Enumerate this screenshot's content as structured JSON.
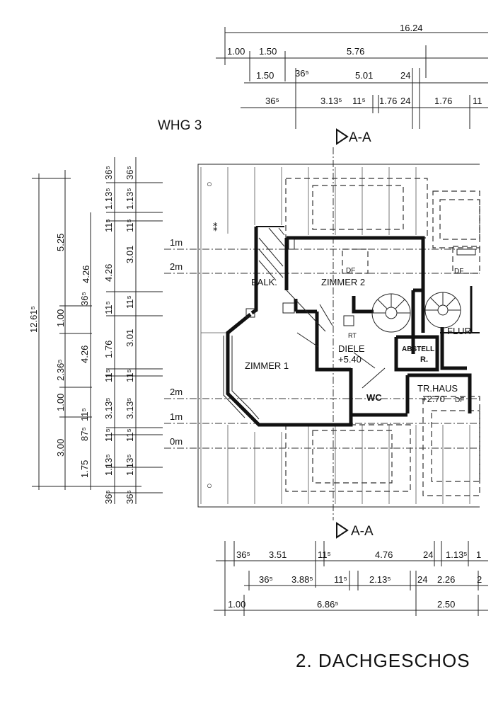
{
  "title": "2. DACHGESCHOS",
  "unit_label": "WHG 3",
  "section_marks": {
    "top": "A-A",
    "bottom": "A-A"
  },
  "rooms": {
    "balkon": "BALK.",
    "zimmer2": "ZIMMER 2",
    "zimmer1": "ZIMMER 1",
    "diele": "DIELE",
    "diele_level": "+5.40",
    "flur": "FLUR",
    "wc": "WC",
    "abstell_1": "ABSTELL",
    "abstell_2": "R.",
    "trhaus": "TR.HAUS",
    "trhaus_level": "+2.70",
    "df1": "DF",
    "df2": "DF",
    "df3": "DF",
    "rt": "RT"
  },
  "levels": {
    "m1_top": "1m",
    "m2_top": "2m",
    "m2_bot": "2m",
    "m1_bot": "1m",
    "m0": "0m"
  },
  "dims_top": {
    "r1": [
      "16.24"
    ],
    "r2": [
      "1.00",
      "1.50",
      "5.76"
    ],
    "r3": [
      "1.50",
      "36⁵",
      "5.01",
      "24"
    ],
    "r4": [
      "36⁵",
      "3.13⁵",
      "11⁵",
      "1.76",
      "24",
      "1.76",
      "11"
    ]
  },
  "dims_bottom": {
    "r1": [
      "36⁵",
      "3.51",
      "11⁵",
      "4.76",
      "24",
      "1.13⁵",
      "1"
    ],
    "r2": [
      "36⁵",
      "3.88⁵",
      "11⁵",
      "2.13⁵",
      "24",
      "2.26",
      "2"
    ],
    "r3": [
      "1.00",
      "6.86⁵",
      "2.50"
    ]
  },
  "dims_left": {
    "c1": [
      "12.61⁵"
    ],
    "c2": [
      "5.25",
      "1.00",
      "2.36⁵",
      "1.00",
      "3.00",
      "1.75"
    ],
    "c3": [
      "4.26",
      "36⁵",
      "4.26",
      "87⁵",
      "11⁵"
    ],
    "c4": [
      "36⁵",
      "1.13⁵",
      "11⁵",
      "4.26",
      "11⁵",
      "1.76",
      "11⁵",
      "3.13⁵",
      "11⁵",
      "1.13⁵",
      "36⁵"
    ],
    "c5": [
      "36⁵",
      "1.13⁵",
      "11⁵",
      "3.01",
      "11⁵",
      "3.01",
      "11⁵",
      "3.13⁵",
      "11⁵",
      "1.13⁵",
      "36⁵"
    ]
  }
}
